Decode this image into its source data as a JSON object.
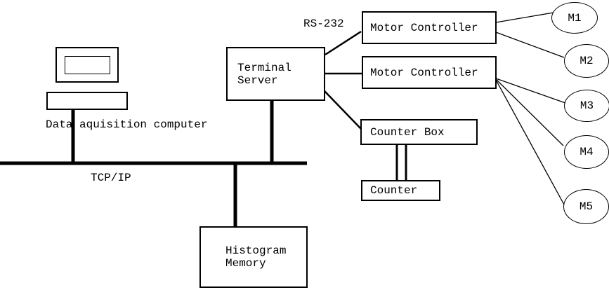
{
  "colors": {
    "ink": "#000000",
    "background": "#ffffff"
  },
  "labels": {
    "serial_link": "RS-232",
    "network": "TCP/IP"
  },
  "nodes": {
    "computer": {
      "caption": "Data aquisition computer"
    },
    "terminal_server": {
      "line1": "Terminal",
      "line2": "Server"
    },
    "motor_controller_1": {
      "label": "Motor Controller"
    },
    "motor_controller_2": {
      "label": "Motor Controller"
    },
    "counter_box": {
      "label": "Counter Box"
    },
    "counter": {
      "label": "Counter"
    },
    "histogram_memory": {
      "line1": "Histogram",
      "line2": "Memory"
    }
  },
  "motors": [
    {
      "label": "M1"
    },
    {
      "label": "M2"
    },
    {
      "label": "M3"
    },
    {
      "label": "M4"
    },
    {
      "label": "M5"
    }
  ]
}
